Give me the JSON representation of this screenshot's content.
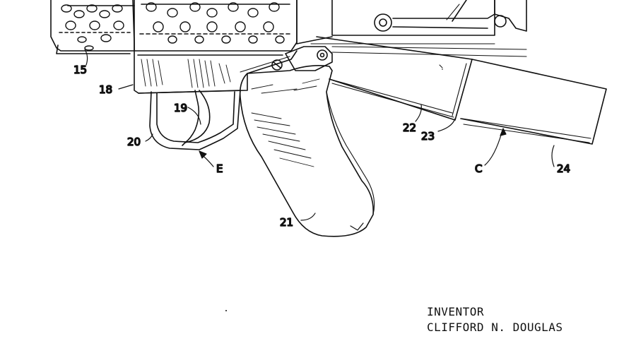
{
  "figure": {
    "reference_numerals": {
      "n15": "15",
      "n18": "18",
      "n19": "19",
      "n20": "20",
      "n21": "21",
      "n22": "22",
      "n23": "23",
      "n24": "24"
    },
    "reference_letters": {
      "e": "E",
      "c": "C"
    }
  },
  "inventor": {
    "heading": "INVENTOR",
    "name": "CLIFFORD N. DOUGLAS"
  }
}
